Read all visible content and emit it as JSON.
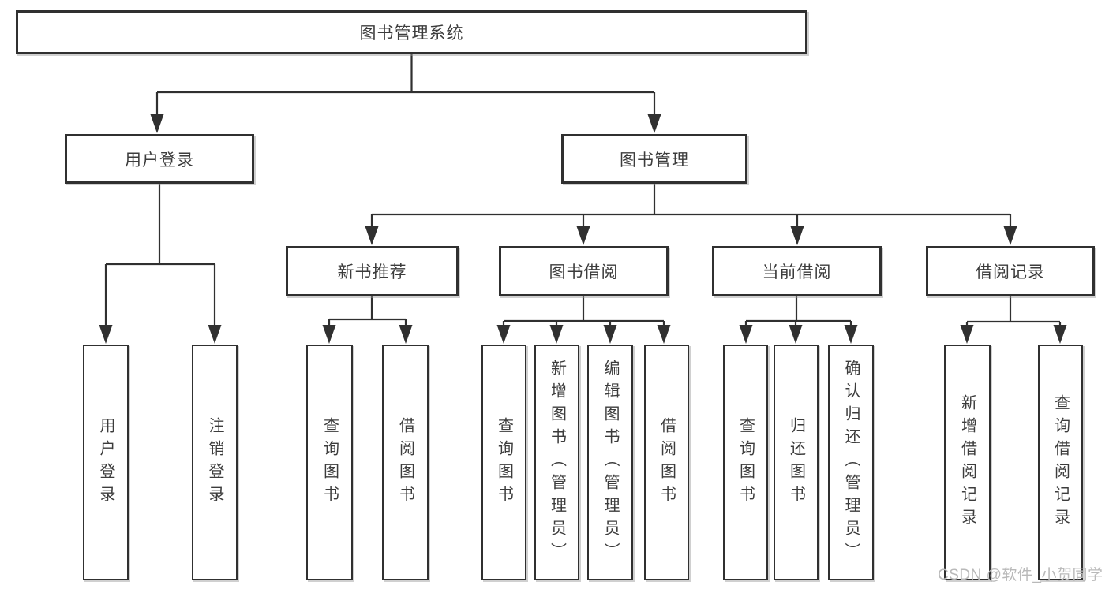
{
  "tree": {
    "label": "图书管理系统",
    "children": [
      {
        "label": "用户登录",
        "children": [
          {
            "label": "用户登录"
          },
          {
            "label": "注销登录"
          }
        ]
      },
      {
        "label": "图书管理",
        "children": [
          {
            "label": "新书推荐",
            "children": [
              {
                "label": "查询图书"
              },
              {
                "label": "借阅图书"
              }
            ]
          },
          {
            "label": "图书借阅",
            "children": [
              {
                "label": "查询图书"
              },
              {
                "label": "新增图书（管理员）"
              },
              {
                "label": "编辑图书（管理员）"
              },
              {
                "label": "借阅图书"
              }
            ]
          },
          {
            "label": "当前借阅",
            "children": [
              {
                "label": "查询图书"
              },
              {
                "label": "归还图书"
              },
              {
                "label": "确认归还（管理员）"
              }
            ]
          },
          {
            "label": "借阅记录",
            "children": [
              {
                "label": "新增借阅记录"
              },
              {
                "label": "查询借阅记录"
              }
            ]
          }
        ]
      }
    ]
  },
  "watermark": {
    "text": "CSDN @软件_小贺同学"
  },
  "colors": {
    "line": "#303030",
    "node_border": "#303030",
    "text": "#3c3c3c",
    "watermark": "#b9b9b9",
    "background": "#ffffff"
  }
}
